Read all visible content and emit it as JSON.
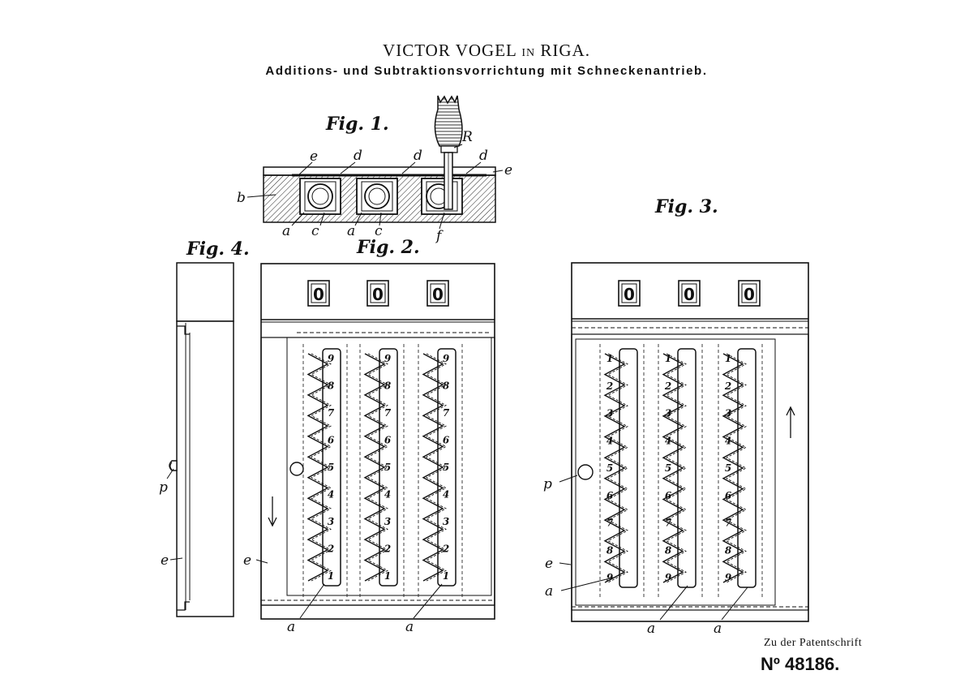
{
  "header": {
    "title_main": "VICTOR VOGEL",
    "title_in": "IN",
    "title_place": "RIGA.",
    "subtitle": "Additions- und Subtraktionsvorrichtung mit Schneckenantrieb."
  },
  "figures": {
    "fig1": "Fig. 1.",
    "fig2": "Fig. 2.",
    "fig3": "Fig. 3.",
    "fig4": "Fig. 4."
  },
  "labels": {
    "a": "a",
    "b": "b",
    "c": "c",
    "d": "d",
    "e": "e",
    "f": "f",
    "p": "p",
    "R": "R"
  },
  "counter_display": [
    "0",
    "0",
    "0"
  ],
  "scale_fig2": [
    "9",
    "8",
    "7",
    "6",
    "5",
    "4",
    "3",
    "2",
    "1"
  ],
  "scale_fig3": [
    "1",
    "2",
    "3",
    "4",
    "5",
    "6",
    "7",
    "8",
    "9"
  ],
  "footer": {
    "note": "Zu der Patentschrift",
    "number": "Nº 48186."
  }
}
